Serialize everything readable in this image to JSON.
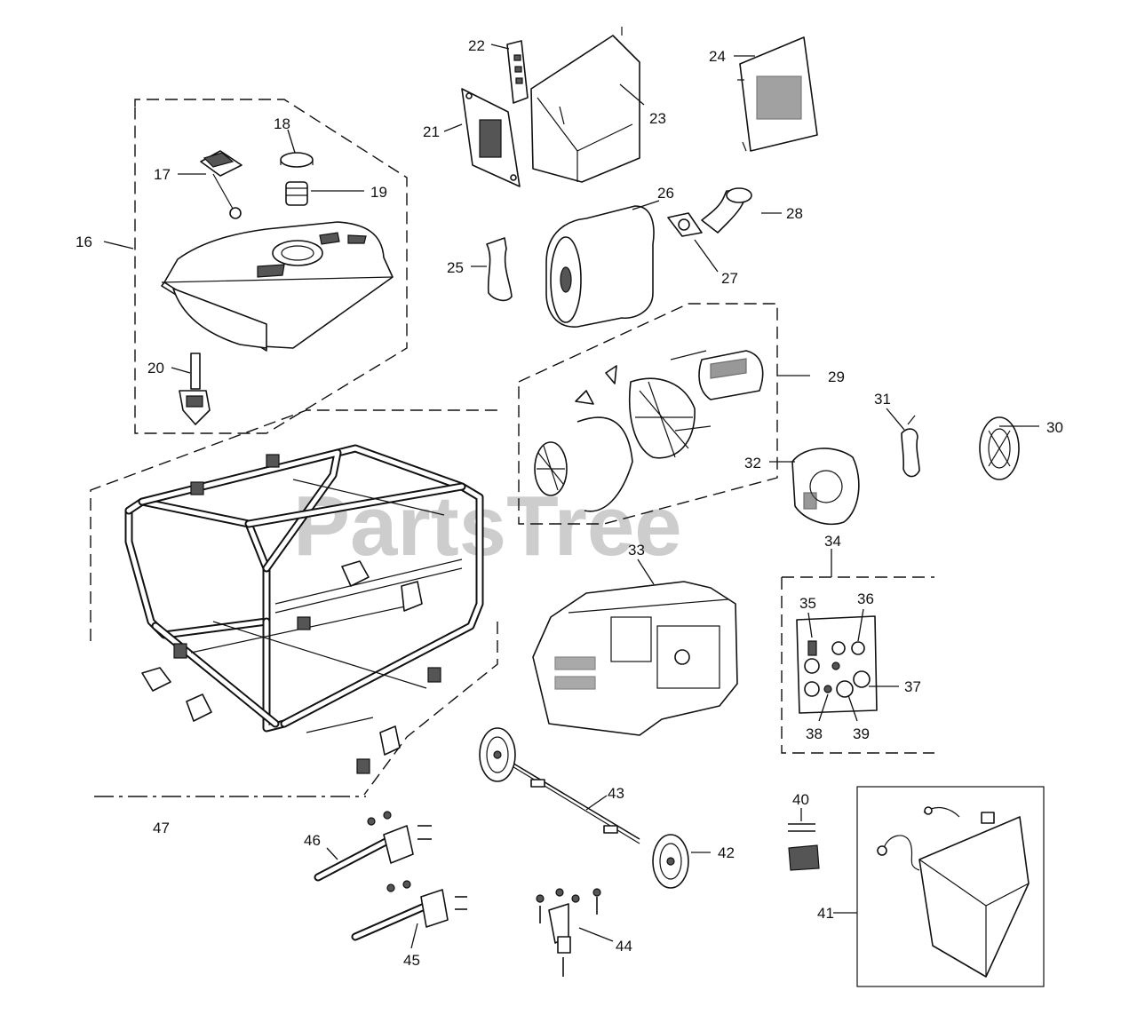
{
  "watermark": "PartsTree",
  "callouts": [
    {
      "id": "c16",
      "text": "16"
    },
    {
      "id": "c17",
      "text": "17"
    },
    {
      "id": "c18",
      "text": "18"
    },
    {
      "id": "c19",
      "text": "19"
    },
    {
      "id": "c20",
      "text": "20"
    },
    {
      "id": "c21",
      "text": "21"
    },
    {
      "id": "c22",
      "text": "22"
    },
    {
      "id": "c23",
      "text": "23"
    },
    {
      "id": "c24",
      "text": "24"
    },
    {
      "id": "c25",
      "text": "25"
    },
    {
      "id": "c26",
      "text": "26"
    },
    {
      "id": "c27",
      "text": "27"
    },
    {
      "id": "c28",
      "text": "28"
    },
    {
      "id": "c29",
      "text": "29"
    },
    {
      "id": "c30",
      "text": "30"
    },
    {
      "id": "c31",
      "text": "31"
    },
    {
      "id": "c32",
      "text": "32"
    },
    {
      "id": "c33",
      "text": "33"
    },
    {
      "id": "c34",
      "text": "34"
    },
    {
      "id": "c35",
      "text": "35"
    },
    {
      "id": "c36",
      "text": "36"
    },
    {
      "id": "c37",
      "text": "37"
    },
    {
      "id": "c38",
      "text": "38"
    },
    {
      "id": "c39",
      "text": "39"
    },
    {
      "id": "c40",
      "text": "40"
    },
    {
      "id": "c41",
      "text": "41"
    },
    {
      "id": "c42",
      "text": "42"
    },
    {
      "id": "c43",
      "text": "43"
    },
    {
      "id": "c44",
      "text": "44"
    },
    {
      "id": "c45",
      "text": "45"
    },
    {
      "id": "c46",
      "text": "46"
    },
    {
      "id": "c47",
      "text": "47"
    }
  ],
  "colors": {
    "ink": "#111111",
    "watermark": "#bdbdbd",
    "background": "#ffffff"
  }
}
